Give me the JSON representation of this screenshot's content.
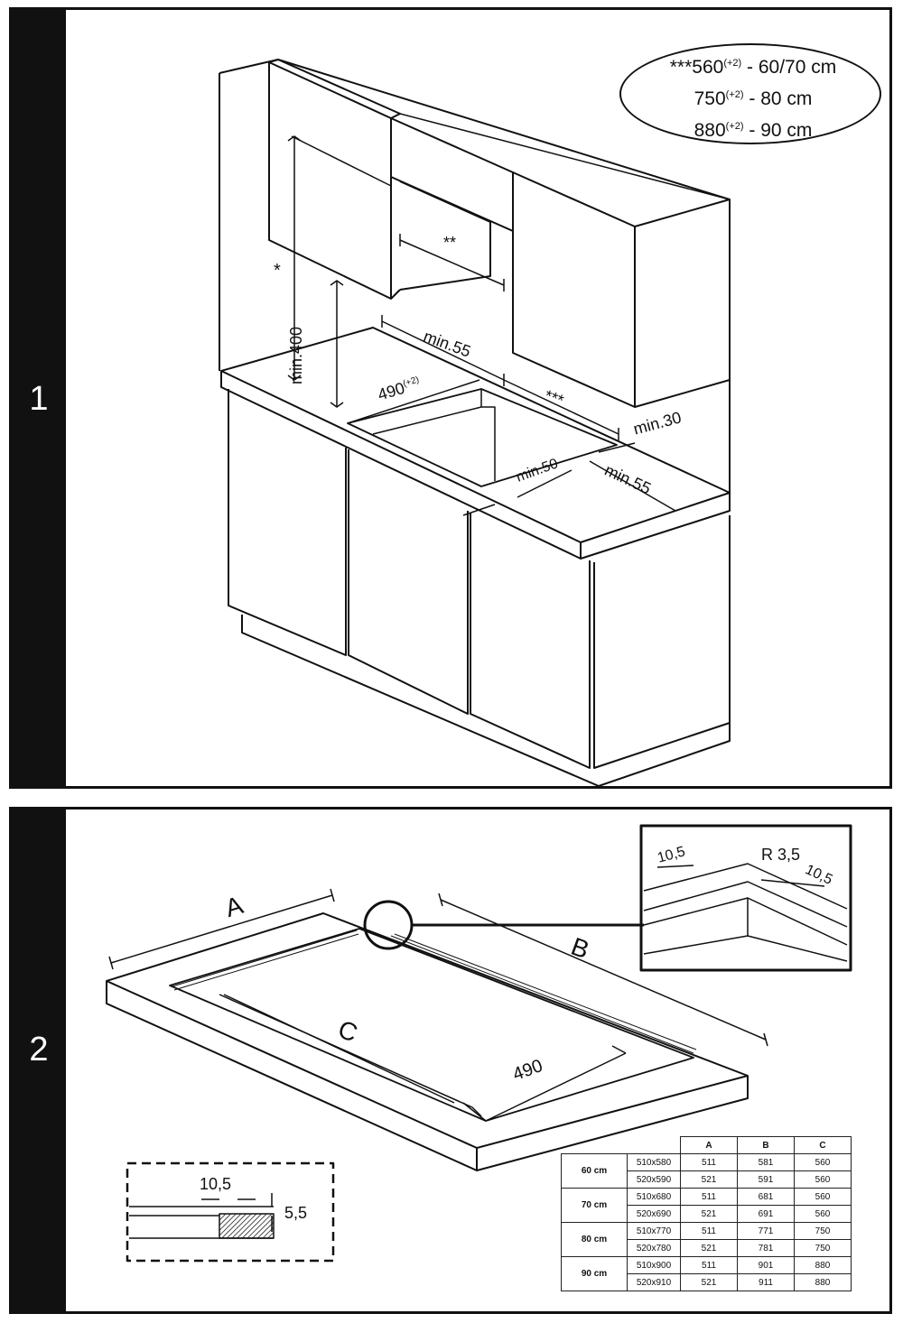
{
  "panel1": {
    "number": "1",
    "note": {
      "line1_prefix": "***",
      "line1_value": "560",
      "line1_sup": "(+2)",
      "line1_suffix": " - 60/70 cm",
      "line2_value": "750",
      "line2_sup": "(+2)",
      "line2_suffix": " - 80 cm",
      "line3_value": "880",
      "line3_sup": "(+2)",
      "line3_suffix": " - 90 cm"
    },
    "labels": {
      "star1": "*",
      "star2": "**",
      "star3": "***",
      "min400": "min.400",
      "min55_back": "min.55",
      "cut490": "490",
      "cut490_sup": "(+2)",
      "min30": "min.30",
      "min50": "min.50",
      "min55_side": "min.55"
    }
  },
  "panel2": {
    "number": "2",
    "labels": {
      "A": "A",
      "B": "B",
      "C": "C",
      "d490": "490",
      "d10_5_left": "10,5",
      "r3_5": "R 3,5",
      "d10_5_right": "10,5",
      "det_10_5": "10,5",
      "det_5_5": "5,5"
    },
    "table": {
      "headers": [
        "A",
        "B",
        "C"
      ],
      "groups": [
        {
          "label": "60 cm",
          "rows": [
            {
              "size": "510x580",
              "a": "511",
              "b": "581",
              "c": "560"
            },
            {
              "size": "520x590",
              "a": "521",
              "b": "591",
              "c": "560"
            }
          ]
        },
        {
          "label": "70 cm",
          "rows": [
            {
              "size": "510x680",
              "a": "511",
              "b": "681",
              "c": "560"
            },
            {
              "size": "520x690",
              "a": "521",
              "b": "691",
              "c": "560"
            }
          ]
        },
        {
          "label": "80 cm",
          "rows": [
            {
              "size": "510x770",
              "a": "511",
              "b": "771",
              "c": "750"
            },
            {
              "size": "520x780",
              "a": "521",
              "b": "781",
              "c": "750"
            }
          ]
        },
        {
          "label": "90 cm",
          "rows": [
            {
              "size": "510x900",
              "a": "511",
              "b": "901",
              "c": "880"
            },
            {
              "size": "520x910",
              "a": "521",
              "b": "911",
              "c": "880"
            }
          ]
        }
      ]
    }
  }
}
